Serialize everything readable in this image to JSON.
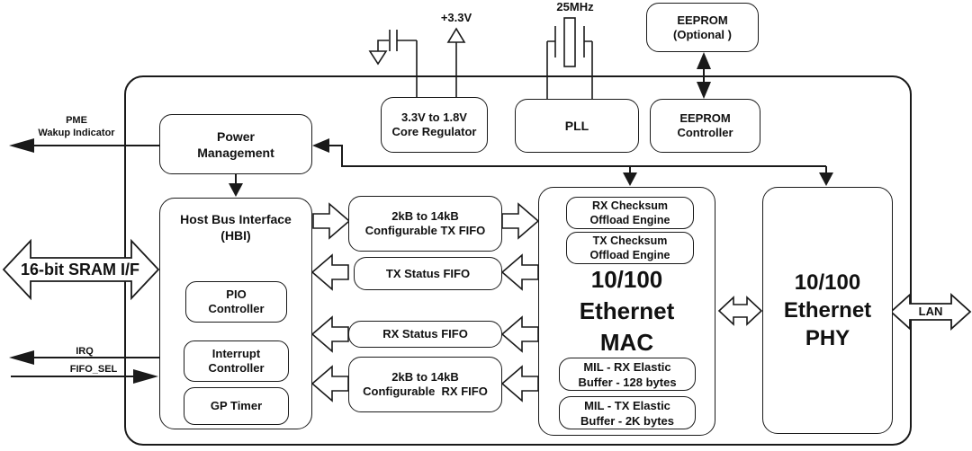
{
  "diagram": {
    "colors": {
      "line": "#1a1a1a",
      "background": "#ffffff"
    },
    "external": {
      "supply_label": "+3.3V",
      "crystal_label": "25MHz",
      "pme_label_line1": "PME",
      "pme_label_line2": "Wakup Indicator",
      "sram_bus_label": "16-bit SRAM I/F",
      "irq_label": "IRQ",
      "fifo_sel_label": "FIFO_SEL",
      "lan_label": "LAN",
      "eeprom_optional": {
        "line1": "EEPROM",
        "line2": "(Optional )"
      }
    },
    "blocks": {
      "core_regulator": {
        "line1": "3.3V to 1.8V",
        "line2": "Core Regulator"
      },
      "pll": {
        "label": "PLL"
      },
      "eeprom_controller": {
        "line1": "EEPROM",
        "line2": "Controller"
      },
      "power_management": {
        "line1": "Power",
        "line2": "Management"
      },
      "hbi": {
        "line1": "Host Bus Interface",
        "line2": "(HBI)"
      },
      "pio_controller": {
        "line1": "PIO",
        "line2": "Controller"
      },
      "interrupt_controller": {
        "line1": "Interrupt",
        "line2": "Controller"
      },
      "gp_timer": {
        "label": "GP Timer"
      },
      "tx_fifo": {
        "line1": "2kB to 14kB",
        "line2": "Configurable TX FIFO"
      },
      "tx_status_fifo": {
        "label": "TX Status FIFO"
      },
      "rx_status_fifo": {
        "label": "RX Status FIFO"
      },
      "rx_fifo": {
        "line1": "2kB to 14kB",
        "line2": "Configurable  RX FIFO"
      },
      "mac": {
        "line1": "10/100",
        "line2": "Ethernet",
        "line3": "MAC"
      },
      "rx_checksum": {
        "line1": "RX Checksum",
        "line2": "Offload Engine"
      },
      "tx_checksum": {
        "line1": "TX Checksum",
        "line2": "Offload Engine"
      },
      "mil_rx": {
        "line1": "MIL - RX Elastic",
        "line2": "Buffer - 128 bytes"
      },
      "mil_tx": {
        "line1": "MIL - TX Elastic",
        "line2": "Buffer - 2K bytes"
      },
      "phy": {
        "line1": "10/100",
        "line2": "Ethernet",
        "line3": "PHY"
      }
    }
  }
}
